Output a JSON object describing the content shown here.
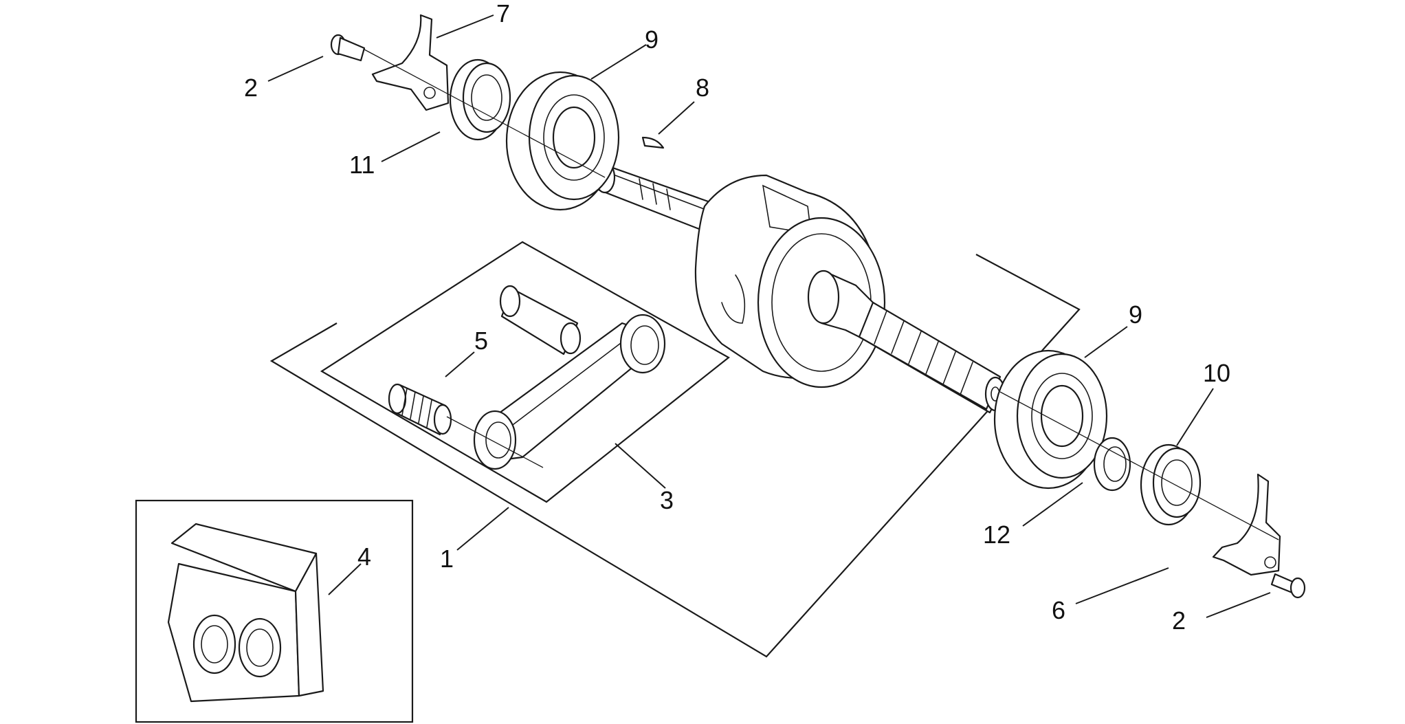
{
  "diagram": {
    "callouts": [
      {
        "id": "c7",
        "label": "7"
      },
      {
        "id": "c9a",
        "label": "9"
      },
      {
        "id": "c2a",
        "label": "2"
      },
      {
        "id": "c8",
        "label": "8"
      },
      {
        "id": "c11",
        "label": "11"
      },
      {
        "id": "c5",
        "label": "5"
      },
      {
        "id": "c9b",
        "label": "9"
      },
      {
        "id": "c10",
        "label": "10"
      },
      {
        "id": "c3",
        "label": "3"
      },
      {
        "id": "c1",
        "label": "1"
      },
      {
        "id": "c4",
        "label": "4"
      },
      {
        "id": "c12",
        "label": "12"
      },
      {
        "id": "c6",
        "label": "6"
      },
      {
        "id": "c2b",
        "label": "2"
      }
    ]
  }
}
